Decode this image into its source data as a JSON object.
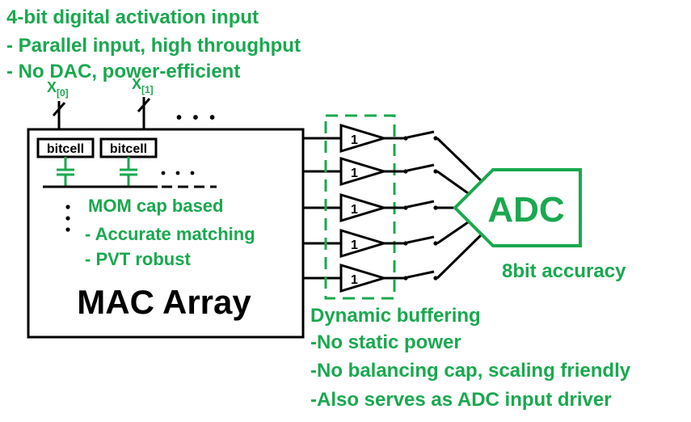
{
  "colors": {
    "accent": "#1aa84f",
    "ink": "#000000",
    "background": "#ffffff"
  },
  "input_notes": {
    "title": "4-bit digital activation input",
    "line1": "- Parallel input, high throughput",
    "line2": "- No DAC, power-efficient"
  },
  "inputs": {
    "x0_base": "X",
    "x0_sub": "[0]",
    "x1_base": "X",
    "x1_sub": "[1]",
    "ellipsis": "• • •"
  },
  "array": {
    "bitcell_label_1": "bitcell",
    "bitcell_label_2": "bitcell",
    "title": "MAC Array",
    "cap_title": "MOM cap based",
    "cap_line1": "- Accurate matching",
    "cap_line2": "- PVT robust"
  },
  "buffers": {
    "label": "1",
    "count": 5
  },
  "adc": {
    "label": "ADC",
    "accuracy": "8bit accuracy"
  },
  "buffer_notes": {
    "title": "Dynamic buffering",
    "line1": "-No static power",
    "line2": "-No balancing cap, scaling friendly",
    "line3": "-Also serves as ADC input driver"
  }
}
